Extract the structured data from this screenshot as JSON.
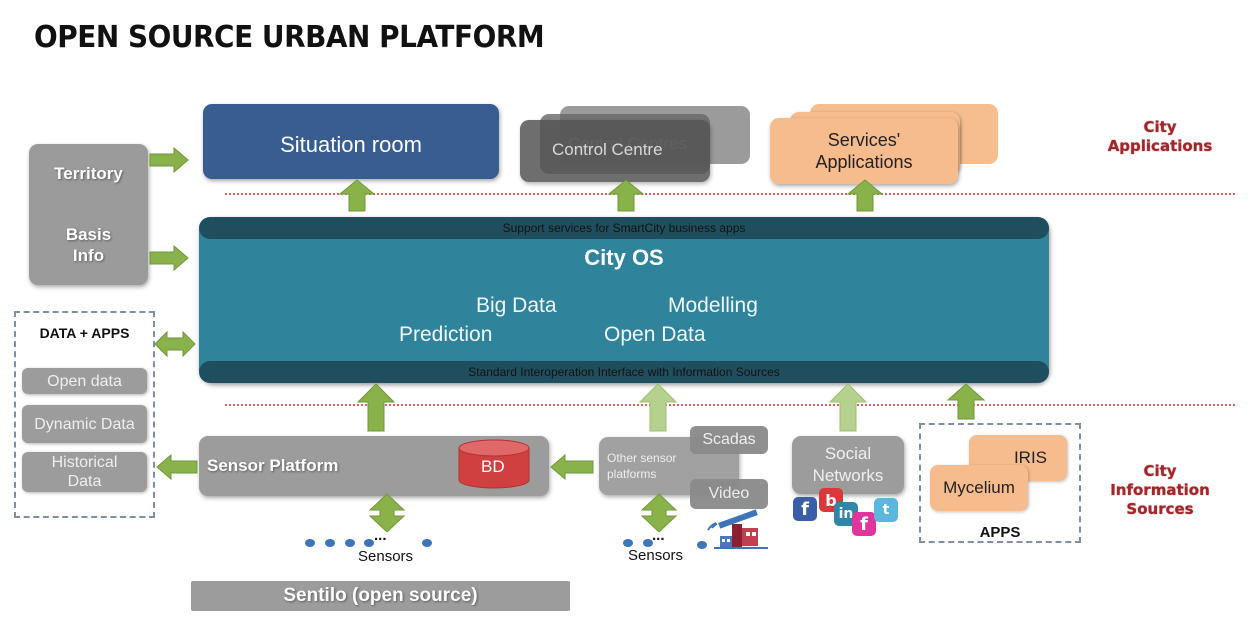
{
  "title": "OPEN SOURCE URBAN PLATFORM",
  "left_panel": {
    "territory": "Territory",
    "basis_info": "Basis Info"
  },
  "top_row": {
    "situation_room": "Situation room",
    "control_centres_back": "Control Centres",
    "control_centres_mid": "Control Centres",
    "control_centre": "Control Centre",
    "services_applications_line1": "Services'",
    "services_applications_line2": "Applications"
  },
  "side_labels": {
    "city_applications_line1": "City",
    "city_applications_line2": "Applications",
    "city_information_sources_line1": "City",
    "city_information_sources_line2": "Information",
    "city_information_sources_line3": "Sources"
  },
  "city_os": {
    "top_band": "Support services for SmartCity business apps",
    "title": "City OS",
    "items": [
      "Big Data",
      "Modelling",
      "Prediction",
      "Open Data"
    ],
    "bottom_band": "Standard Interoperation Interface with Information Sources"
  },
  "data_apps": {
    "title": "DATA + APPS",
    "items": [
      "Open data",
      "Dynamic Data",
      "Historical Data"
    ]
  },
  "sensor_platform": {
    "label": "Sensor Platform",
    "database": "BD"
  },
  "other_sensor_platforms": {
    "label": "Other sensor platforms",
    "scadas": "Scadas",
    "video": "Video"
  },
  "sensors": {
    "label_left": "Sensors",
    "label_right": "Sensors",
    "ellipsis": "..."
  },
  "social_networks": {
    "label": "Social Networks",
    "icons": [
      "facebook-icon",
      "blogger-icon",
      "linkedin-icon",
      "friendfeed-icon",
      "twitter-icon"
    ]
  },
  "apps": {
    "items": [
      "IRIS",
      "Mycelium"
    ],
    "title": "APPS"
  },
  "sentilo": "Sentilo (open source)",
  "colors": {
    "arrow_green": "#8ab24a",
    "arrow_light_green": "#b5d18e",
    "city_os_teal": "#2f849c",
    "band_dark": "#1f4f5f",
    "situation_blue": "#375d91",
    "orange": "#f7bc8e",
    "label_red": "#a3262a",
    "grey": "#9c9c9c",
    "bd_red": "#d04040"
  }
}
